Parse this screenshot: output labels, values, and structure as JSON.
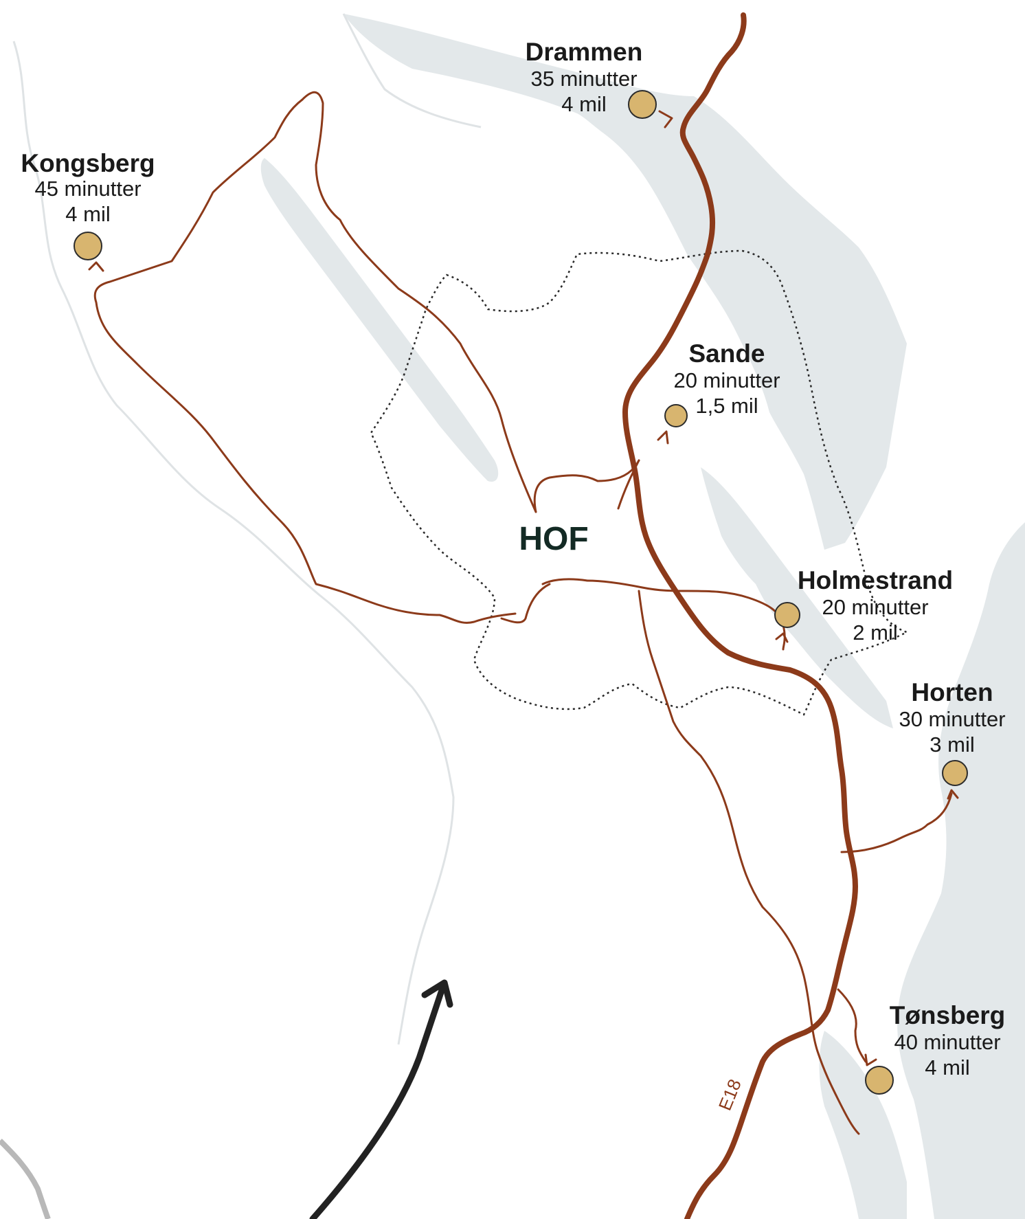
{
  "colors": {
    "water": "#e3e8ea",
    "road": "#8c3a1a",
    "marker_fill": "#d8b56f",
    "marker_stroke": "#2c2c2c",
    "border": "#2a2a2a",
    "arrow": "#222222",
    "river": "#dfe3e5"
  },
  "center": {
    "label": "HOF"
  },
  "road": {
    "label": "E18"
  },
  "cities": [
    {
      "id": "drammen",
      "name": "Drammen",
      "time": "35 minutter",
      "distance": "4 mil"
    },
    {
      "id": "kongsberg",
      "name": "Kongsberg",
      "time": "45 minutter",
      "distance": "4 mil"
    },
    {
      "id": "sande",
      "name": "Sande",
      "time": "20 minutter",
      "distance": "1,5 mil"
    },
    {
      "id": "holmestrand",
      "name": "Holmestrand",
      "time": "20 minutter",
      "distance": "2 mil"
    },
    {
      "id": "horten",
      "name": "Horten",
      "time": "30 minutter",
      "distance": "3 mil"
    },
    {
      "id": "tonsberg",
      "name": "Tønsberg",
      "time": "40 minutter",
      "distance": "4 mil"
    }
  ]
}
